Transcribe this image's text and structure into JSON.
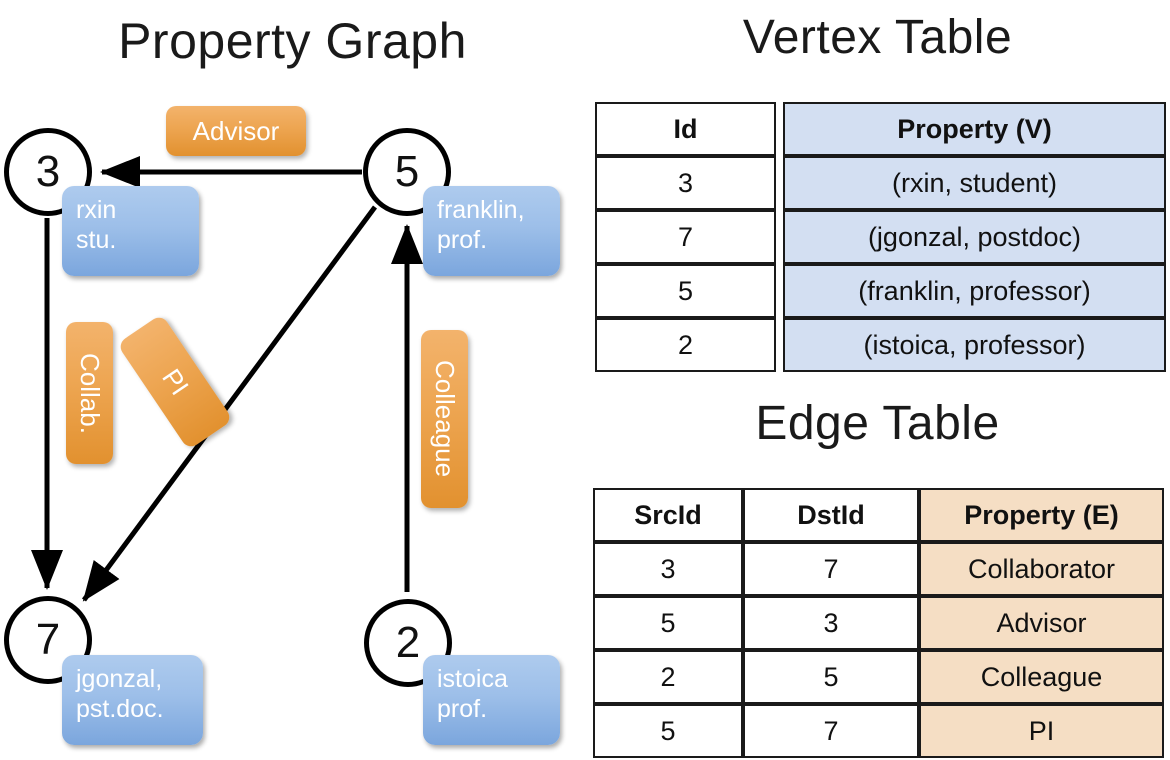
{
  "titles": {
    "property_graph": "Property Graph",
    "vertex_table": "Vertex Table",
    "edge_table": "Edge Table"
  },
  "colors": {
    "vertex_cell": "#d3dff2",
    "edge_cell": "#f5dec4",
    "node_box": "#9dbfe9",
    "edge_label_box": "#eda551",
    "stroke": "#1a1a1a"
  },
  "graph": {
    "nodes": [
      {
        "id": "3",
        "property_line1": "rxin",
        "property_line2": "stu."
      },
      {
        "id": "5",
        "property_line1": "franklin,",
        "property_line2": "prof."
      },
      {
        "id": "7",
        "property_line1": "jgonzal,",
        "property_line2": "pst.doc."
      },
      {
        "id": "2",
        "property_line1": "istoica",
        "property_line2": "prof."
      }
    ],
    "edge_labels": {
      "advisor": "Advisor",
      "collab": "Collab.",
      "pi": "PI",
      "colleague": "Colleague"
    },
    "edges": [
      {
        "src": "3",
        "dst": "7",
        "label": "Collab."
      },
      {
        "src": "5",
        "dst": "3",
        "label": "Advisor"
      },
      {
        "src": "2",
        "dst": "5",
        "label": "Colleague"
      },
      {
        "src": "5",
        "dst": "7",
        "label": "PI"
      }
    ]
  },
  "vertex_table": {
    "headers": [
      "Id",
      "Property (V)"
    ],
    "rows": [
      {
        "id": "3",
        "property": "(rxin, student)"
      },
      {
        "id": "7",
        "property": "(jgonzal, postdoc)"
      },
      {
        "id": "5",
        "property": "(franklin, professor)"
      },
      {
        "id": "2",
        "property": "(istoica, professor)"
      }
    ]
  },
  "edge_table": {
    "headers": [
      "SrcId",
      "DstId",
      "Property (E)"
    ],
    "rows": [
      {
        "src": "3",
        "dst": "7",
        "property": "Collaborator"
      },
      {
        "src": "5",
        "dst": "3",
        "property": "Advisor"
      },
      {
        "src": "2",
        "dst": "5",
        "property": "Colleague"
      },
      {
        "src": "5",
        "dst": "7",
        "property": "PI"
      }
    ]
  }
}
